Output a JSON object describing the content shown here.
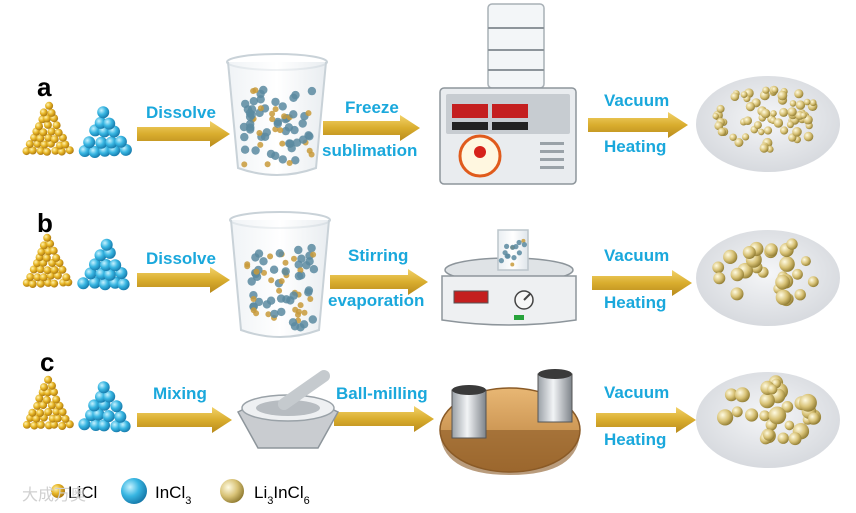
{
  "rows": [
    {
      "label": "a",
      "step1": "Dissolve",
      "step2": [
        "Freeze",
        "sublimation"
      ],
      "step3": [
        "Vacuum",
        "Heating"
      ]
    },
    {
      "label": "b",
      "step1": "Dissolve",
      "step2": [
        "Stirring",
        "evaporation"
      ],
      "step3": [
        "Vacuum",
        "Heating"
      ]
    },
    {
      "label": "c",
      "step1": "Mixing",
      "step2": [
        "Ball-milling"
      ],
      "step3": [
        "Vacuum",
        "Heating"
      ]
    }
  ],
  "legend": {
    "licl": "LiCl",
    "incl_base": "InCl",
    "incl_sub": "3",
    "lic_a": "Li",
    "lic_a_sub": "3",
    "lic_b": "InCl",
    "lic_b_sub": "6"
  },
  "watermark": "大成万奥",
  "colors": {
    "arrow": "#d9b030",
    "label": "#1aa8dc",
    "licl": "#e3a820",
    "incl": "#3cb8e0",
    "product": "#d6c270"
  }
}
